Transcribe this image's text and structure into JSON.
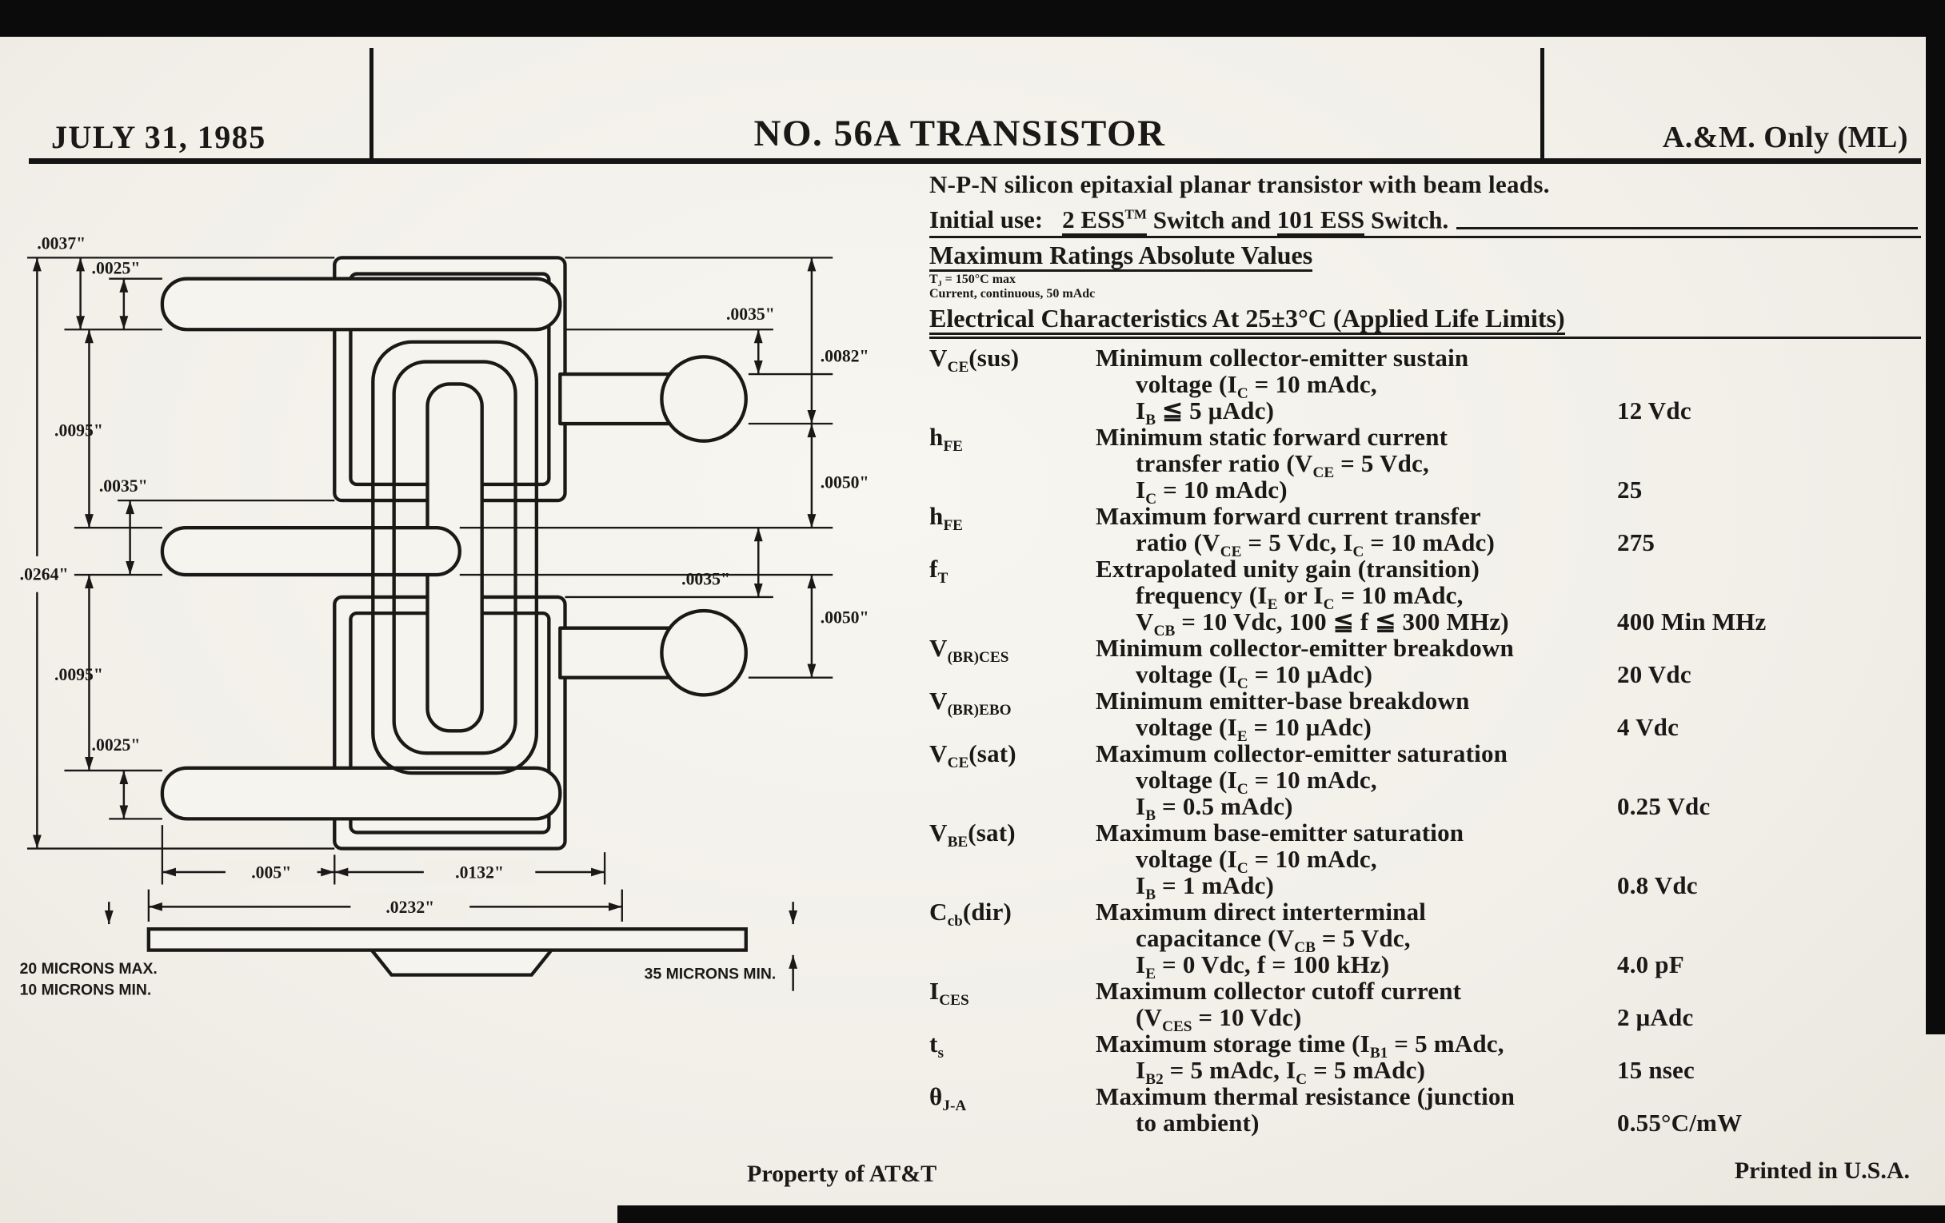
{
  "header": {
    "date": "JULY 31, 1985",
    "title": "NO. 56A TRANSISTOR",
    "classification": "A.&M. Only (ML)"
  },
  "intro": {
    "description": "N-P-N silicon epitaxial planar transistor with beam leads.",
    "initial_use_label": "Initial use:",
    "use_1": "2 ESS",
    "use_1_tm": "TM",
    "use_mid": " Switch and ",
    "use_2": "101 ESS",
    "use_end": " Switch."
  },
  "ratings": {
    "heading": "Maximum Ratings Absolute Values",
    "lines": [
      "T~J~ = 150°C max",
      "Current, continuous, 50 mAdc"
    ]
  },
  "electrical": {
    "heading": "Electrical Characteristics At 25±3°C (Applied Life Limits)",
    "rows": [
      {
        "symbol": "V~CE~(sus)",
        "lines": [
          "Minimum collector-emitter sustain",
          "voltage (I~C~ = 10 mAdc,",
          "I~B~ ≦ 5 μAdc)"
        ],
        "value": "12 Vdc"
      },
      {
        "symbol": "h~FE~",
        "lines": [
          "Minimum static forward current",
          "transfer ratio (V~CE~ = 5 Vdc,",
          "I~C~ = 10 mAdc)"
        ],
        "value": "25"
      },
      {
        "symbol": "h~FE~",
        "lines": [
          "Maximum forward current transfer",
          "ratio (V~CE~ = 5 Vdc, I~C~ = 10 mAdc)"
        ],
        "value": "275"
      },
      {
        "symbol": "f~T~",
        "lines": [
          "Extrapolated unity gain (transition)",
          "frequency (I~E~ or I~C~ = 10 mAdc,",
          "V~CB~ = 10 Vdc, 100 ≦ f ≦ 300 MHz)"
        ],
        "value": "400 Min MHz"
      },
      {
        "symbol": "V~(BR)CES~",
        "lines": [
          "Minimum collector-emitter breakdown",
          "voltage (I~C~ = 10 μAdc)"
        ],
        "value": "20 Vdc"
      },
      {
        "symbol": "V~(BR)EBO~",
        "lines": [
          "Minimum emitter-base breakdown",
          "voltage (I~E~ = 10 μAdc)"
        ],
        "value": "4 Vdc"
      },
      {
        "symbol": "V~CE~(sat)",
        "lines": [
          "Maximum collector-emitter saturation",
          "voltage (I~C~ = 10 mAdc,",
          "I~B~ = 0.5 mAdc)"
        ],
        "value": "0.25 Vdc"
      },
      {
        "symbol": "V~BE~(sat)",
        "lines": [
          "Maximum base-emitter saturation",
          "voltage (I~C~ = 10 mAdc,",
          "I~B~ = 1 mAdc)"
        ],
        "value": "0.8 Vdc"
      },
      {
        "symbol": "C~cb~(dir)",
        "lines": [
          "Maximum direct interterminal",
          "capacitance (V~CB~ = 5 Vdc,",
          "I~E~ = 0 Vdc, f = 100 kHz)"
        ],
        "value": "4.0 pF"
      },
      {
        "symbol": "I~CES~",
        "lines": [
          "Maximum collector cutoff current",
          "(V~CES~ = 10 Vdc)"
        ],
        "value": "2 μAdc"
      },
      {
        "symbol": "t~s~",
        "lines": [
          "Maximum storage time (I~B1~ = 5 mAdc,",
          "I~B2~ = 5 mAdc, I~C~ = 5 mAdc)"
        ],
        "value": "15 nsec"
      },
      {
        "symbol": "θ~J-A~",
        "lines": [
          "Maximum thermal resistance (junction",
          "to ambient)"
        ],
        "value": "0.55°C/mW"
      }
    ]
  },
  "footer": {
    "left": "Property of AT&T",
    "right": "Printed in U.S.A."
  },
  "drawing": {
    "dims": {
      "d0037": ".0037\"",
      "d0025_top": ".0025\"",
      "d0095_top": ".0095\"",
      "d0035_left": ".0035\"",
      "d0264": ".0264\"",
      "d0095_bot": ".0095\"",
      "d0025_bot": ".0025\"",
      "d0035_tr": ".0035\"",
      "d0082": ".0082\"",
      "d0050_a": ".0050\"",
      "d0035_mr": ".0035\"",
      "d0050_b": ".0050\"",
      "d005": ".005\"",
      "d0132": ".0132\"",
      "d0232": ".0232\"",
      "mic20": "20 MICRONS MAX.",
      "mic10": "10 MICRONS MIN.",
      "mic35": "35 MICRONS MIN."
    }
  }
}
